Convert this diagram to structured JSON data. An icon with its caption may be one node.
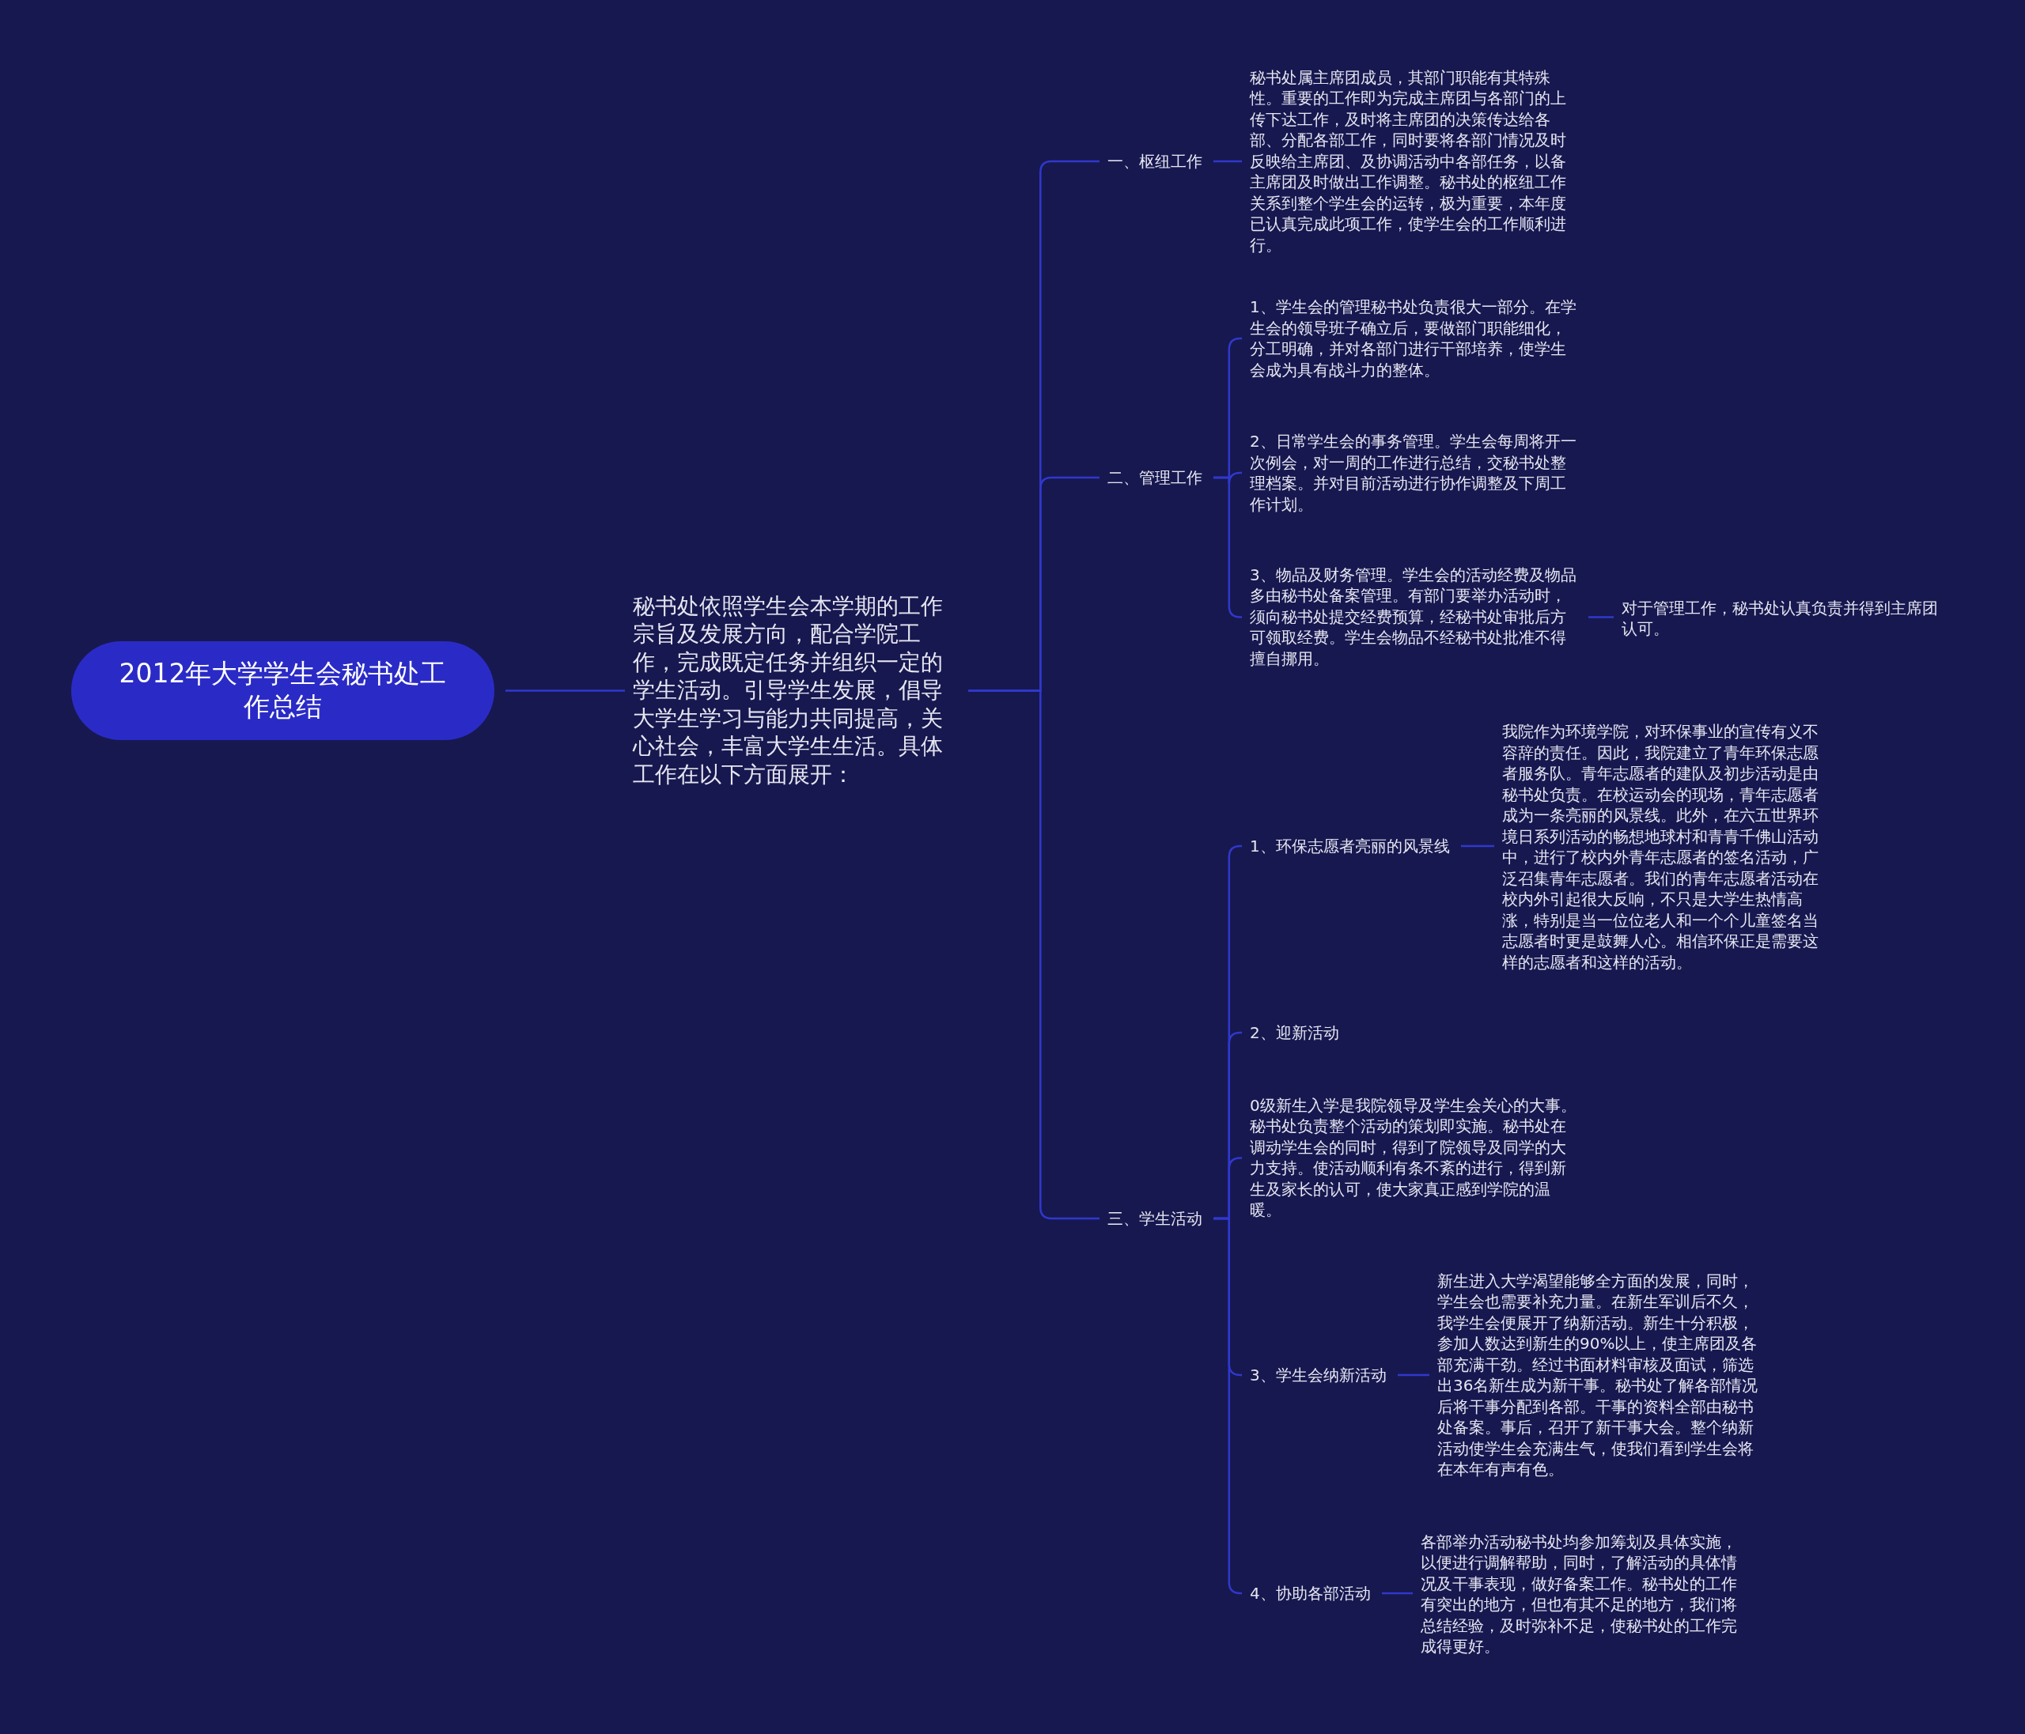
{
  "diagram": {
    "nodes": [
      {
        "text": [
          "2012年大学学生会秘书处工作总结"
        ]
      },
      {
        "text": [
          "秘书处依照学生会本学期的工作宗旨及发展方向，配合学院工作，完成既定任务并组织一定的学生活动。引导学生发展，倡导大学生学习与能力共同提高，关心社会，丰富大学生生活。具体工作在以下方面展开："
        ]
      },
      {
        "text": [
          "一、枢纽工作"
        ]
      },
      {
        "text": [
          "秘书处属主席团成员，其部门职能有其特殊性。重要的工作即为完成主席团与各部门的上传下达工作，及时将主席团的决策传达给各部、分配各部工作，同时要将各部门情况及时反映给主席团、及协调活动中各部任务，以备主席团及时做出工作调整。秘书处的枢纽工作关系到整个学生会的运转，极为重要，本年度已认真完成此项工作，使学生会的工作顺利进行。"
        ]
      },
      {
        "text": [
          "二、管理工作"
        ]
      },
      {
        "text": [
          "1、学生会的管理秘书处负责很大一部分。在学生会的领导班子确立后，要做部门职能细化，分工明确，并对各部门进行干部培养，使学生会成为具有战斗力的整体。"
        ]
      },
      {
        "text": [
          "2、日常学生会的事务管理。学生会每周将开一次例会，对一周的工作进行总结，交秘书处整理档案。并对目前活动进行协作调整及下周工作计划。"
        ]
      },
      {
        "text": [
          "3、物品及财务管理。学生会的活动经费及物品多由秘书处备案管理。有部门要举办活动时，须向秘书处提交经费预算，经秘书处审批后方可领取经费。学生会物品不经秘书处批准不得擅自挪用。"
        ]
      },
      {
        "text": [
          "对于管理工作，秘书处认真负责并得到主席团认可。"
        ]
      },
      {
        "text": [
          "三、学生活动"
        ]
      },
      {
        "text": [
          "1、环保志愿者亮丽的风景线"
        ]
      },
      {
        "text": [
          "我院作为环境学院，对环保事业的宣传有义不容辞的责任。因此，我院建立了青年环保志愿者服务队。青年志愿者的建队及初步活动是由秘书处负责。在校运动会的现场，青年志愿者成为一条亮丽的风景线。此外，在六五世界环境日系列活动的畅想地球村和青青千佛山活动中，进行了校内外青年志愿者的签名活动，广泛召集青年志愿者。我们的青年志愿者活动在校内外引起很大反响，不只是大学生热情高涨，特别是当一位位老人和一个个儿童签名当志愿者时更是鼓舞人心。相信环保正是需要这样的志愿者和这样的活动。"
        ]
      },
      {
        "text": [
          "2、迎新活动"
        ]
      },
      {
        "text": [
          "0级新生入学是我院领导及学生会关心的大事。秘书处负责整个活动的策划即实施。秘书处在调动学生会的同时，得到了院领导及同学的大力支持。使活动顺利有条不紊的进行，得到新生及家长的认可，使大家真正感到学院的温暖。"
        ]
      },
      {
        "text": [
          "3、学生会纳新活动"
        ]
      },
      {
        "text": [
          "新生进入大学渴望能够全方面的发展，同时，学生会也需要补充力量。在新生军训后不久，我学生会便展开了纳新活动。新生十分积极，参加人数达到新生的90%以上，使主席团及各部充满干劲。经过书面材料审核及面试，筛选出36名新生成为新干事。秘书处了解各部情况后将干事分配到各部。干事的资料全部由秘书处备案。事后，召开了新干事大会。整个纳新活动使学生会充满生气，使我们看到学生会将在本年有声有色。"
        ]
      },
      {
        "text": [
          "4、协助各部活动"
        ]
      },
      {
        "text": [
          "各部举办活动秘书处均参加筹划及具体实施，以便进行调解帮助，同时，了解活动的具体情况及干事表现，做好备案工作。秘书处的工作有突出的地方，但也有其不足的地方，我们将总结经验，及时弥补不足，使秘书处的工作完成得更好。"
        ]
      }
    ],
    "edges": [
      {
        "from": 0,
        "to": 1,
        "arrow": "none"
      },
      {
        "from": 1,
        "to": 2,
        "arrow": "none"
      },
      {
        "from": 1,
        "to": 4,
        "arrow": "none"
      },
      {
        "from": 1,
        "to": 9,
        "arrow": "none"
      },
      {
        "from": 2,
        "to": 3,
        "arrow": "none"
      },
      {
        "from": 4,
        "to": 5,
        "arrow": "none"
      },
      {
        "from": 4,
        "to": 6,
        "arrow": "none"
      },
      {
        "from": 4,
        "to": 7,
        "arrow": "none"
      },
      {
        "from": 7,
        "to": 8,
        "arrow": "none"
      },
      {
        "from": 9,
        "to": 10,
        "arrow": "none"
      },
      {
        "from": 9,
        "to": 12,
        "arrow": "none"
      },
      {
        "from": 9,
        "to": 13,
        "arrow": "none"
      },
      {
        "from": 9,
        "to": 14,
        "arrow": "none"
      },
      {
        "from": 9,
        "to": 16,
        "arrow": "none"
      },
      {
        "from": 10,
        "to": 11,
        "arrow": "none"
      },
      {
        "from": 14,
        "to": 15,
        "arrow": "none"
      },
      {
        "from": 16,
        "to": 17,
        "arrow": "none"
      }
    ]
  }
}
